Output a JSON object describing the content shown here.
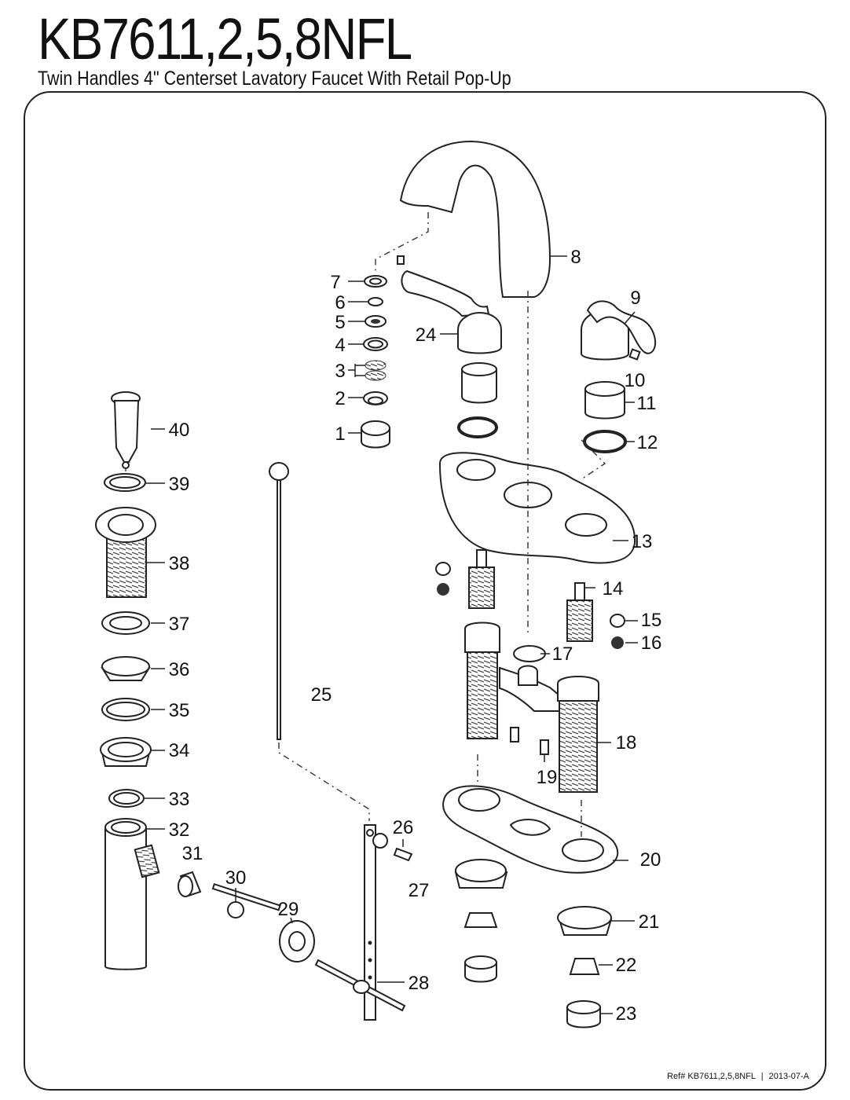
{
  "header": {
    "model": "KB7611,2,5,8NFL",
    "subtitle": "Twin Handles 4\" Centerset Lavatory Faucet With Retail Pop-Up"
  },
  "footer": {
    "ref_prefix": "Ref#",
    "ref_model": "KB7611,2,5,8NFL",
    "ref_separator": "|",
    "date_code": "2013-07-A"
  },
  "callouts": [
    "1",
    "2",
    "3",
    "4",
    "5",
    "6",
    "7",
    "8",
    "9",
    "10",
    "11",
    "12",
    "13",
    "14",
    "15",
    "16",
    "17",
    "18",
    "19",
    "20",
    "21",
    "22",
    "23",
    "24",
    "25",
    "26",
    "27",
    "28",
    "29",
    "30",
    "31",
    "32",
    "33",
    "34",
    "35",
    "36",
    "37",
    "38",
    "39",
    "40"
  ],
  "colors": {
    "line": "#222222",
    "background": "#ffffff"
  }
}
